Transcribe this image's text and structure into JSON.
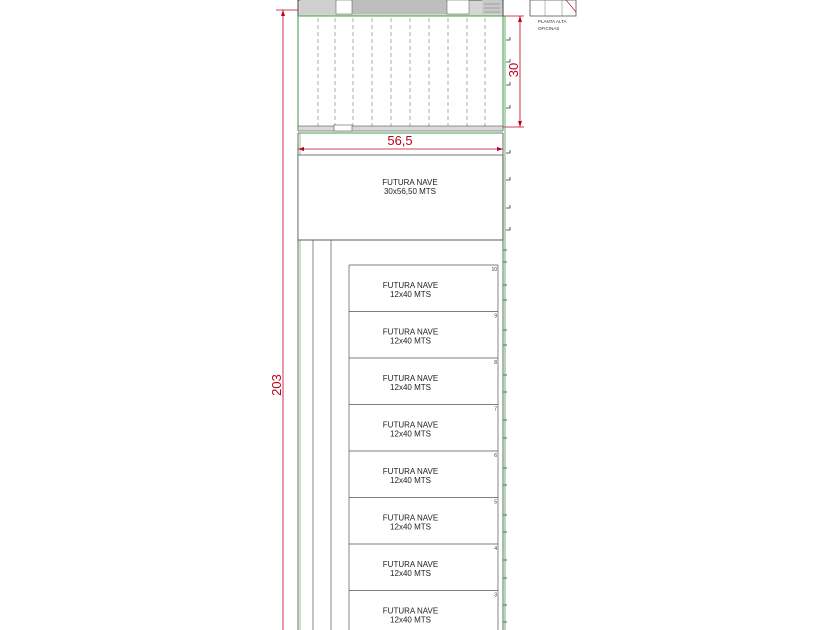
{
  "dimensions": {
    "width": "56,5",
    "depth": "30",
    "total_length": "203"
  },
  "top_annotation": {
    "line1": "PLANTA ALTA",
    "line2": "OFICINAS"
  },
  "large_lot": {
    "title": "FUTURA NAVE",
    "size": "30x56,50 MTS"
  },
  "small_lots": [
    {
      "number": "10",
      "title": "FUTURA NAVE",
      "size": "12x40 MTS"
    },
    {
      "number": "9",
      "title": "FUTURA NAVE",
      "size": "12x40 MTS"
    },
    {
      "number": "8",
      "title": "FUTURA NAVE",
      "size": "12x40 MTS"
    },
    {
      "number": "7",
      "title": "FUTURA NAVE",
      "size": "12x40 MTS"
    },
    {
      "number": "6",
      "title": "FUTURA NAVE",
      "size": "12x40 MTS"
    },
    {
      "number": "5",
      "title": "FUTURA NAVE",
      "size": "12x40 MTS"
    },
    {
      "number": "4",
      "title": "FUTURA NAVE",
      "size": "12x40 MTS"
    },
    {
      "number": "3",
      "title": "FUTURA NAVE",
      "size": "12x40 MTS"
    }
  ],
  "colors": {
    "dimension": "#c0001a",
    "outline": "#4a4a4a",
    "green": "#3fa34d"
  }
}
